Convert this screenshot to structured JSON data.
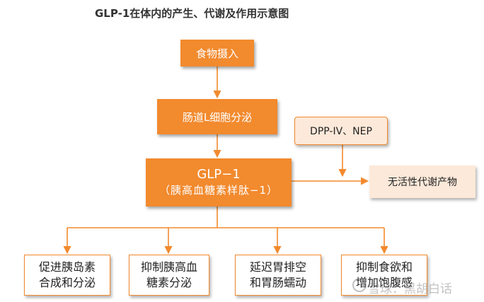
{
  "title": "GLP-1在体内的产生、代谢及作用示意图",
  "nodes": {
    "food_intake": "食物摄入",
    "l_cell": "肠道L细胞分泌",
    "glp1_line1": "GLP−1",
    "glp1_line2": "（胰高血糖素样肽−1）",
    "enzymes": "DPP-IV、NEP",
    "metabolite": "无活性代谢产物"
  },
  "effects": [
    {
      "line1": "促进胰岛素",
      "line2": "合成和分泌"
    },
    {
      "line1": "抑制胰高血",
      "line2": "糖素分泌"
    },
    {
      "line1": "延迟胃排空",
      "line2": "和胃肠蠕动"
    },
    {
      "line1": "抑制食欲和",
      "line2": "增加饱腹感"
    }
  ],
  "watermark": "雪球：黑胡白话",
  "colors": {
    "accent": "#f28a2e",
    "pale": "#fde9d9"
  },
  "icons": {
    "watermark_logo": "snowball-logo-icon"
  }
}
